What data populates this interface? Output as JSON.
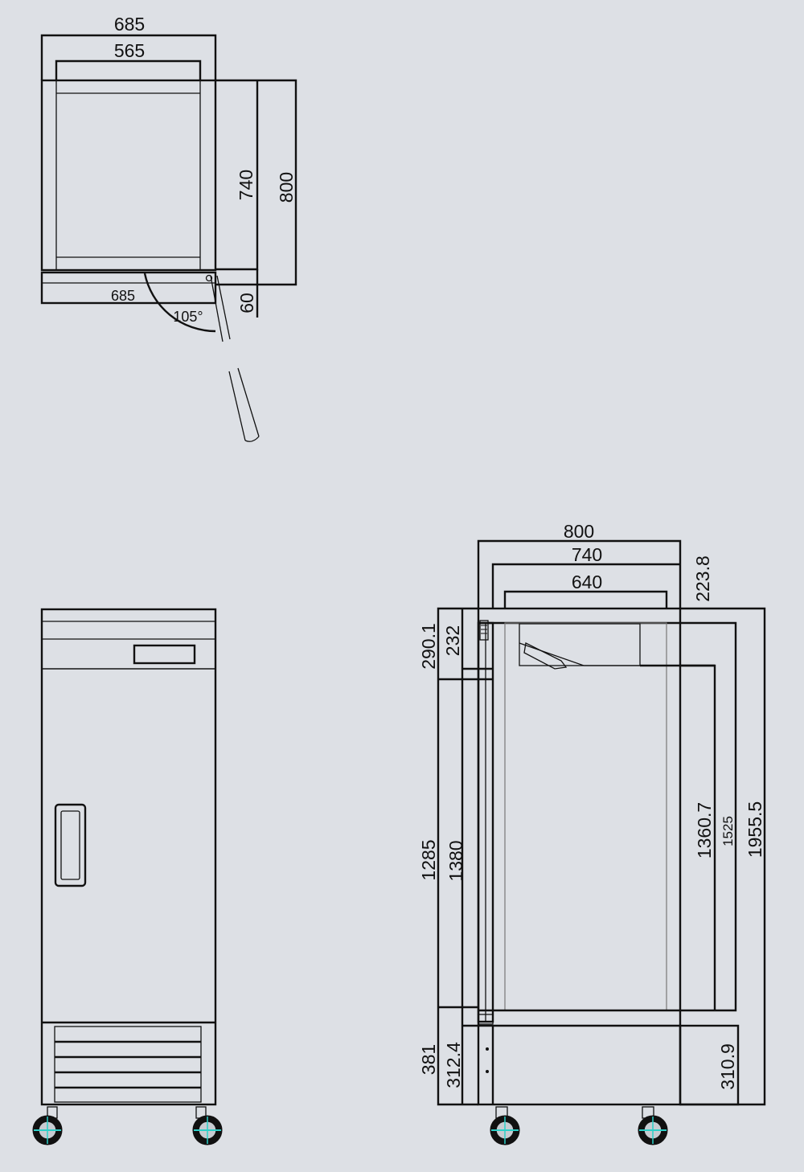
{
  "accent_color": "#2bd0c8",
  "top_view": {
    "dim_outer_width": "685",
    "dim_inner_width": "565",
    "dim_depth_inner": "740",
    "dim_depth_outer": "800",
    "dim_door_width": "685",
    "dim_door_thickness": "60",
    "dim_swing_angle": "105°"
  },
  "side_view": {
    "dim_total_depth": "800",
    "dim_mid_depth": "740",
    "dim_inner_depth": "640",
    "dim_top_gap": "223.8",
    "dim_top_section": "290.1",
    "dim_top_inner": "232",
    "dim_body_height": "1285",
    "dim_door_height": "1380",
    "dim_cabinet_inner": "1360.7",
    "dim_cabinet": "1525",
    "dim_total_height": "1955.5",
    "dim_base_height": "381",
    "dim_base_inner": "312.4",
    "dim_base_right": "310.9"
  }
}
